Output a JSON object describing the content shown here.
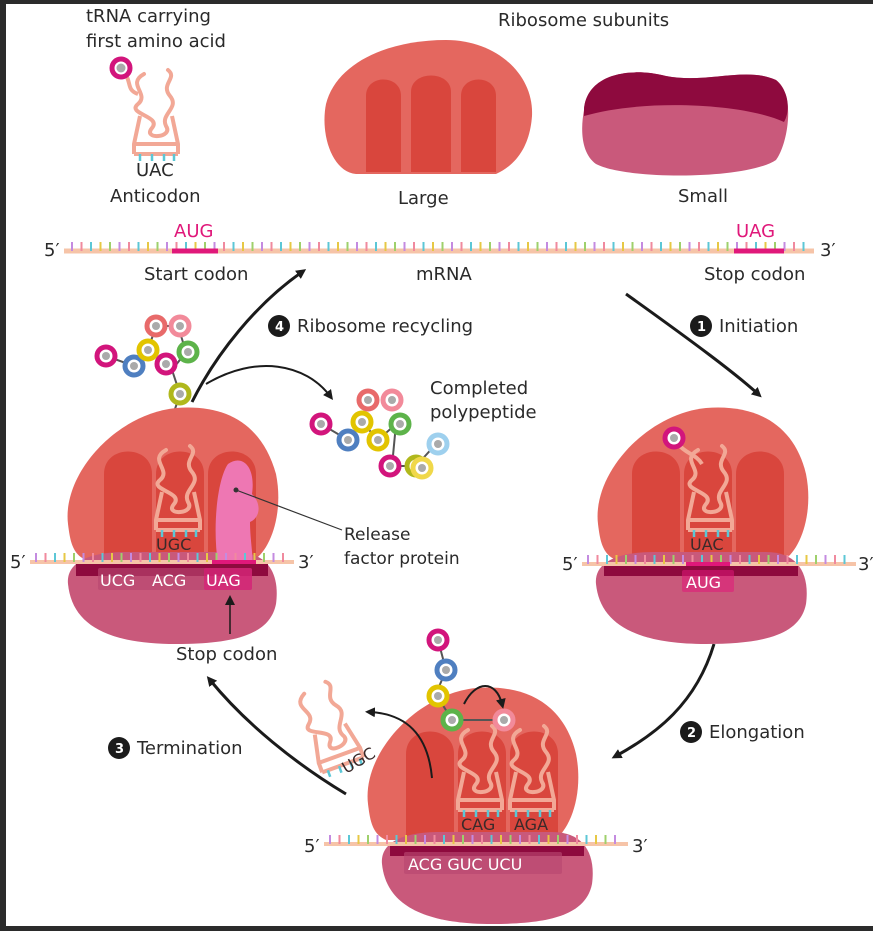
{
  "top": {
    "trna_title_line1": "tRNA carrying",
    "trna_title_line2": "first amino acid",
    "anticodon_seq": "UAC",
    "anticodon_label": "Anticodon",
    "subunits_title": "Ribosome subunits",
    "large_label": "Large",
    "small_label": "Small"
  },
  "mrna": {
    "five_prime": "5′",
    "three_prime": "3′",
    "start_seq": "AUG",
    "stop_seq": "UAG",
    "start_label": "Start codon",
    "mrna_label": "mRNA",
    "stop_label": "Stop codon"
  },
  "steps": {
    "s1_num": "1",
    "s1_label": "Initiation",
    "s2_num": "2",
    "s2_label": "Elongation",
    "s3_num": "3",
    "s3_label": "Termination",
    "s4_num": "4",
    "s4_label": "Ribosome recycling"
  },
  "initiation": {
    "five_prime": "5′",
    "three_prime": "3′",
    "anticodon": "UAC",
    "codon": "AUG"
  },
  "elongation": {
    "five_prime": "5′",
    "three_prime": "3′",
    "anticodon_left": "CAG",
    "anticodon_right": "AGA",
    "codons": "ACG GUC UCU",
    "exiting_trna": "UGC"
  },
  "termination": {
    "five_prime": "5′",
    "three_prime": "3′",
    "anticodon": "UGC",
    "codon_1": "UCG",
    "codon_2": "ACG",
    "codon_3": "UAG",
    "release_line1": "Release",
    "release_line2": "factor protein",
    "stop_codon_label": "Stop codon"
  },
  "polypeptide": {
    "label_line1": "Completed",
    "label_line2": "polypeptide"
  },
  "colors": {
    "large_subunit": "#e4675f",
    "small_subunit": "#c9597b",
    "dark_subunit": "#8e0a3e",
    "trna": "#f2a896",
    "start_stop": "#e0187a",
    "release_factor": "#ee77b3"
  }
}
